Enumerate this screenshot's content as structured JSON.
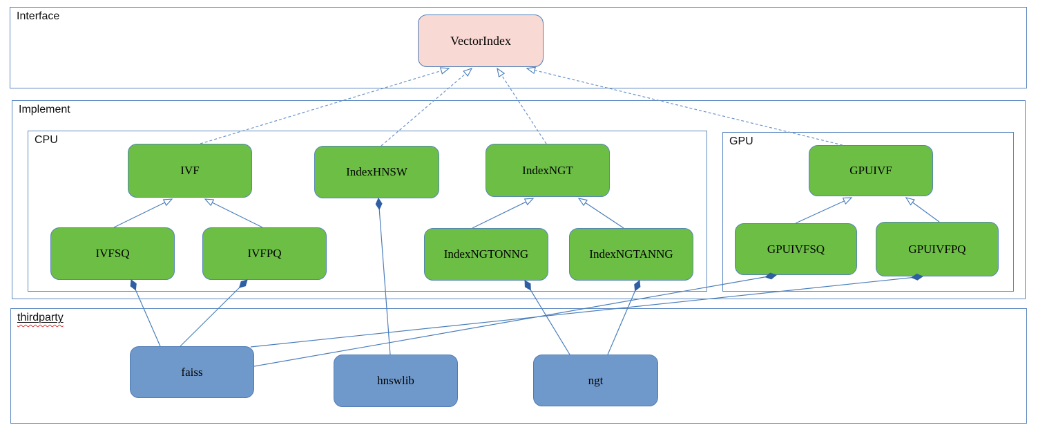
{
  "layers": {
    "interface": {
      "label": "Interface"
    },
    "implement": {
      "label": "Implement"
    },
    "cpu": {
      "label": "CPU"
    },
    "gpu": {
      "label": "GPU"
    },
    "thirdparty": {
      "label": "thirdparty"
    }
  },
  "nodes": {
    "vectorindex": {
      "label": "VectorIndex",
      "layer": "interface"
    },
    "ivf": {
      "label": "IVF",
      "layer": "cpu"
    },
    "indexhnsw": {
      "label": "IndexHNSW",
      "layer": "cpu"
    },
    "indexngt": {
      "label": "IndexNGT",
      "layer": "cpu"
    },
    "ivfsq": {
      "label": "IVFSQ",
      "layer": "cpu"
    },
    "ivfpq": {
      "label": "IVFPQ",
      "layer": "cpu"
    },
    "indexngtonng": {
      "label": "IndexNGTONNG",
      "layer": "cpu"
    },
    "indexngtanng": {
      "label": "IndexNGTANNG",
      "layer": "cpu"
    },
    "gpuivf": {
      "label": "GPUIVF",
      "layer": "gpu"
    },
    "gpuivfsq": {
      "label": "GPUIVFSQ",
      "layer": "gpu"
    },
    "gpuivfpq": {
      "label": "GPUIVFPQ",
      "layer": "gpu"
    },
    "faiss": {
      "label": "faiss",
      "layer": "thirdparty"
    },
    "hnswlib": {
      "label": "hnswlib",
      "layer": "thirdparty"
    },
    "ngt": {
      "label": "ngt",
      "layer": "thirdparty"
    }
  },
  "edges": [
    {
      "from": "IVF",
      "to": "VectorIndex",
      "type": "realization"
    },
    {
      "from": "IndexHNSW",
      "to": "VectorIndex",
      "type": "realization"
    },
    {
      "from": "IndexNGT",
      "to": "VectorIndex",
      "type": "realization"
    },
    {
      "from": "GPUIVF",
      "to": "VectorIndex",
      "type": "realization"
    },
    {
      "from": "IVFSQ",
      "to": "IVF",
      "type": "generalization"
    },
    {
      "from": "IVFPQ",
      "to": "IVF",
      "type": "generalization"
    },
    {
      "from": "IndexNGTONNG",
      "to": "IndexNGT",
      "type": "generalization"
    },
    {
      "from": "IndexNGTANNG",
      "to": "IndexNGT",
      "type": "generalization"
    },
    {
      "from": "GPUIVFSQ",
      "to": "GPUIVF",
      "type": "generalization"
    },
    {
      "from": "GPUIVFPQ",
      "to": "GPUIVF",
      "type": "generalization"
    },
    {
      "owner": "IVFSQ",
      "component": "faiss",
      "type": "composition"
    },
    {
      "owner": "IVFPQ",
      "component": "faiss",
      "type": "composition"
    },
    {
      "owner": "IndexHNSW",
      "component": "hnswlib",
      "type": "composition"
    },
    {
      "owner": "IndexNGTONNG",
      "component": "ngt",
      "type": "composition"
    },
    {
      "owner": "IndexNGTANNG",
      "component": "ngt",
      "type": "composition"
    },
    {
      "owner": "GPUIVFSQ",
      "component": "faiss",
      "type": "composition"
    },
    {
      "owner": "GPUIVFPQ",
      "component": "faiss",
      "type": "composition"
    }
  ],
  "colors": {
    "interface_node_fill": "#f9d9d4",
    "implement_node_fill": "#6cbe45",
    "thirdparty_node_fill": "#7099cb",
    "connector": "#4a7ebb",
    "container_border": "#5b87bf",
    "composition_diamond": "#2e5fa3",
    "spellcheck_underline": "#e03030"
  }
}
